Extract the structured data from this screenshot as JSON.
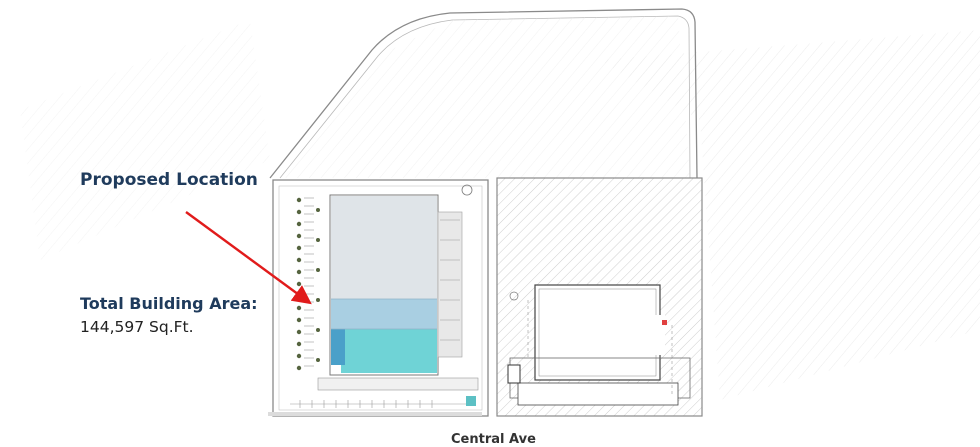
{
  "callout": {
    "title": "Proposed Location",
    "area_label": "Total Building Area:",
    "area_value": "144,597 Sq.Ft."
  },
  "bottom_label": "Central Ave",
  "colors": {
    "label_text": "#1f3b5c",
    "arrow": "#e11b1b",
    "building_grey": "#dfe4e8",
    "building_blue": "#a9cfe2",
    "building_teal": "#6fd3d6",
    "hatch": "#c9c9c9"
  }
}
